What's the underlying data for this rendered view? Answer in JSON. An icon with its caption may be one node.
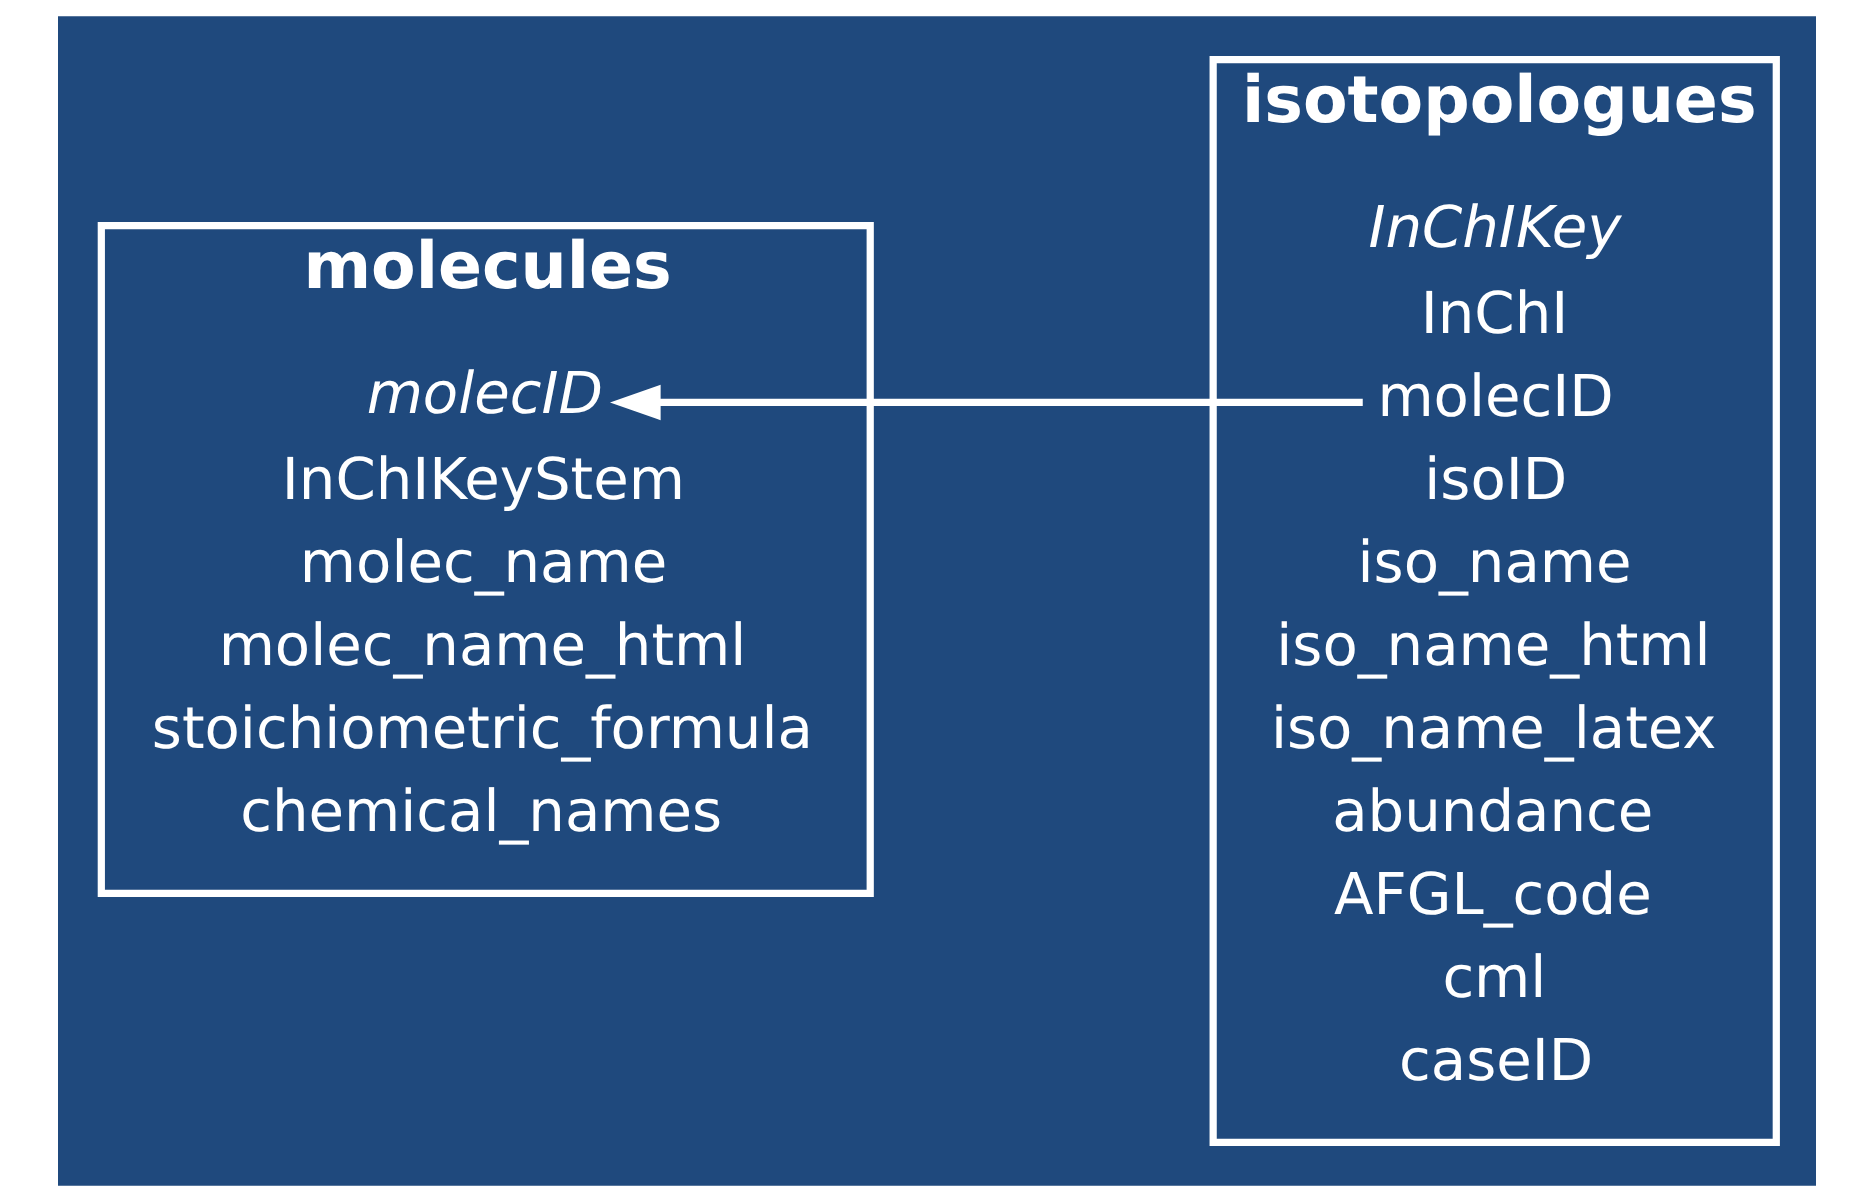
{
  "diagram": {
    "nodes": [
      {
        "text": [
          "molecules"
        ]
      },
      {
        "text": [
          "molecID"
        ],
        "in": 0
      },
      {
        "text": [
          "InChIKeyStem"
        ],
        "in": 0
      },
      {
        "text": [
          "molec_name"
        ],
        "in": 0
      },
      {
        "text": [
          "molec_name_html"
        ],
        "in": 0
      },
      {
        "text": [
          "stoichiometric_formula"
        ],
        "in": 0
      },
      {
        "text": [
          "chemical_names"
        ],
        "in": 0
      },
      {
        "text": [
          "isotopologues"
        ]
      },
      {
        "text": [
          "InChIKey"
        ],
        "in": 7
      },
      {
        "text": [
          "InChI"
        ],
        "in": 7
      },
      {
        "text": [
          "molecID"
        ],
        "in": 7
      },
      {
        "text": [
          "isoID"
        ],
        "in": 7
      },
      {
        "text": [
          "iso_name"
        ],
        "in": 7
      },
      {
        "text": [
          "iso_name_html"
        ],
        "in": 7
      },
      {
        "text": [
          "iso_name_latex"
        ],
        "in": 7
      },
      {
        "text": [
          "abundance"
        ],
        "in": 7
      },
      {
        "text": [
          "AFGL_code"
        ],
        "in": 7
      },
      {
        "text": [
          "cml"
        ],
        "in": 7
      },
      {
        "text": [
          "caseID"
        ],
        "in": 7
      }
    ],
    "edges": [
      {
        "from": 10,
        "to": 1,
        "arrow": "to"
      }
    ]
  }
}
